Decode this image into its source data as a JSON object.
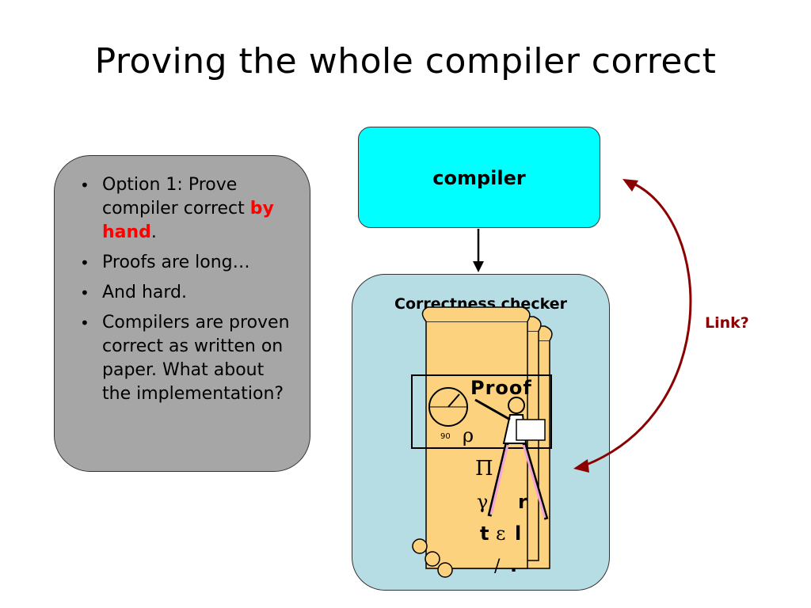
{
  "slide": {
    "title": "Proving the whole compiler correct"
  },
  "left_panel": {
    "bullets": [
      {
        "text_before": "Option 1: Prove compiler correct ",
        "emphasis": "by hand",
        "text_after": "."
      },
      {
        "text": "Proofs are long…"
      },
      {
        "text": "And hard."
      },
      {
        "text": "Compilers are proven correct as written on paper. What about the implementation?"
      }
    ]
  },
  "diagram": {
    "compiler_label": "compiler",
    "checker_label": "Correctness checker",
    "link_label": "Link?",
    "clipart": {
      "proof_word": "Proof",
      "symbols": [
        "ρ",
        "Π",
        "γ",
        "r",
        "t",
        "ε",
        "l",
        "/",
        "."
      ],
      "gauge_number": "90"
    }
  },
  "colors": {
    "left_panel_fill": "#a6a6a6",
    "compiler_fill": "#00ffff",
    "checker_fill": "#b7dde4",
    "scroll_fill": "#fcd27e",
    "link_arrow": "#8b0000",
    "emphasis": "#ff0000"
  }
}
